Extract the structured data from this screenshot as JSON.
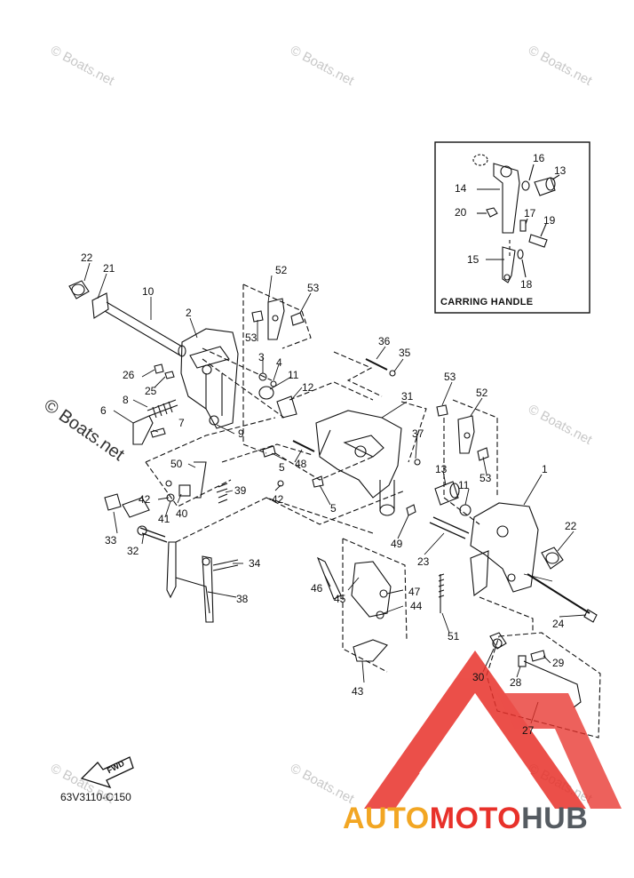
{
  "watermarks": {
    "small": "© Boats.net",
    "large": "© Boats.net"
  },
  "inset": {
    "title": "CARRING HANDLE"
  },
  "part_code": "63V3110-C150",
  "fwd_label": "FWD",
  "brand": {
    "part1": "AUTO",
    "part2": "MOTO",
    "part3": "HUB",
    "colors": {
      "auto": "#f2a623",
      "moto": "#e8312a",
      "hub": "#555b61",
      "triangle": "#e8312a"
    }
  },
  "callouts": {
    "n1": "1",
    "n2": "2",
    "n3": "3",
    "n4": "4",
    "n5a": "5",
    "n5b": "5",
    "n6": "6",
    "n7": "7",
    "n8": "8",
    "n9": "9",
    "n10": "10",
    "n11a": "11",
    "n11b": "11",
    "n12": "12",
    "n13a": "13",
    "n13b": "13",
    "n14": "14",
    "n15": "15",
    "n16": "16",
    "n17": "17",
    "n18": "18",
    "n19": "19",
    "n20": "20",
    "n21": "21",
    "n22a": "22",
    "n22b": "22",
    "n23": "23",
    "n24": "24",
    "n25": "25",
    "n26": "26",
    "n27": "27",
    "n28": "28",
    "n29": "29",
    "n30": "30",
    "n31": "31",
    "n32": "32",
    "n33": "33",
    "n34": "34",
    "n35": "35",
    "n36": "36",
    "n37": "37",
    "n38": "38",
    "n39": "39",
    "n40": "40",
    "n41": "41",
    "n42a": "42",
    "n42b": "42",
    "n43": "43",
    "n44": "44",
    "n45": "45",
    "n46": "46",
    "n47": "47",
    "n48": "48",
    "n49": "49",
    "n50": "50",
    "n51": "51",
    "n52a": "52",
    "n52b": "52",
    "n53a": "53",
    "n53b": "53",
    "n53c": "53",
    "n53d": "53"
  }
}
